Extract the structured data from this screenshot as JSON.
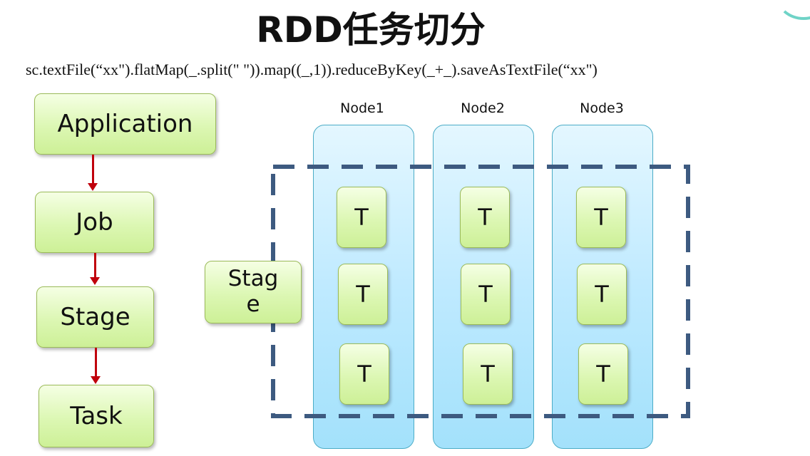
{
  "title": "RDD任务切分",
  "code": "sc.textFile(“xx\").flatMap(_.split(\" \")).map((_,1)).reduceByKey(_+_).saveAsTextFile(“xx\")",
  "flow": {
    "application": "Application",
    "job": "Job",
    "stage": "Stage",
    "task": "Task"
  },
  "nodes": [
    {
      "label": "Node1",
      "tasks": [
        "T",
        "T",
        "T"
      ]
    },
    {
      "label": "Node2",
      "tasks": [
        "T",
        "T",
        "T"
      ]
    },
    {
      "label": "Node3",
      "tasks": [
        "T",
        "T",
        "T"
      ]
    }
  ],
  "stage_box": {
    "line1": "Stag",
    "line2": "e"
  },
  "colors": {
    "flow_arrow": "#c0000c",
    "green_box_border": "#9bbb59",
    "node_border": "#4bacc6",
    "dashed_border": "#3d5a80"
  }
}
